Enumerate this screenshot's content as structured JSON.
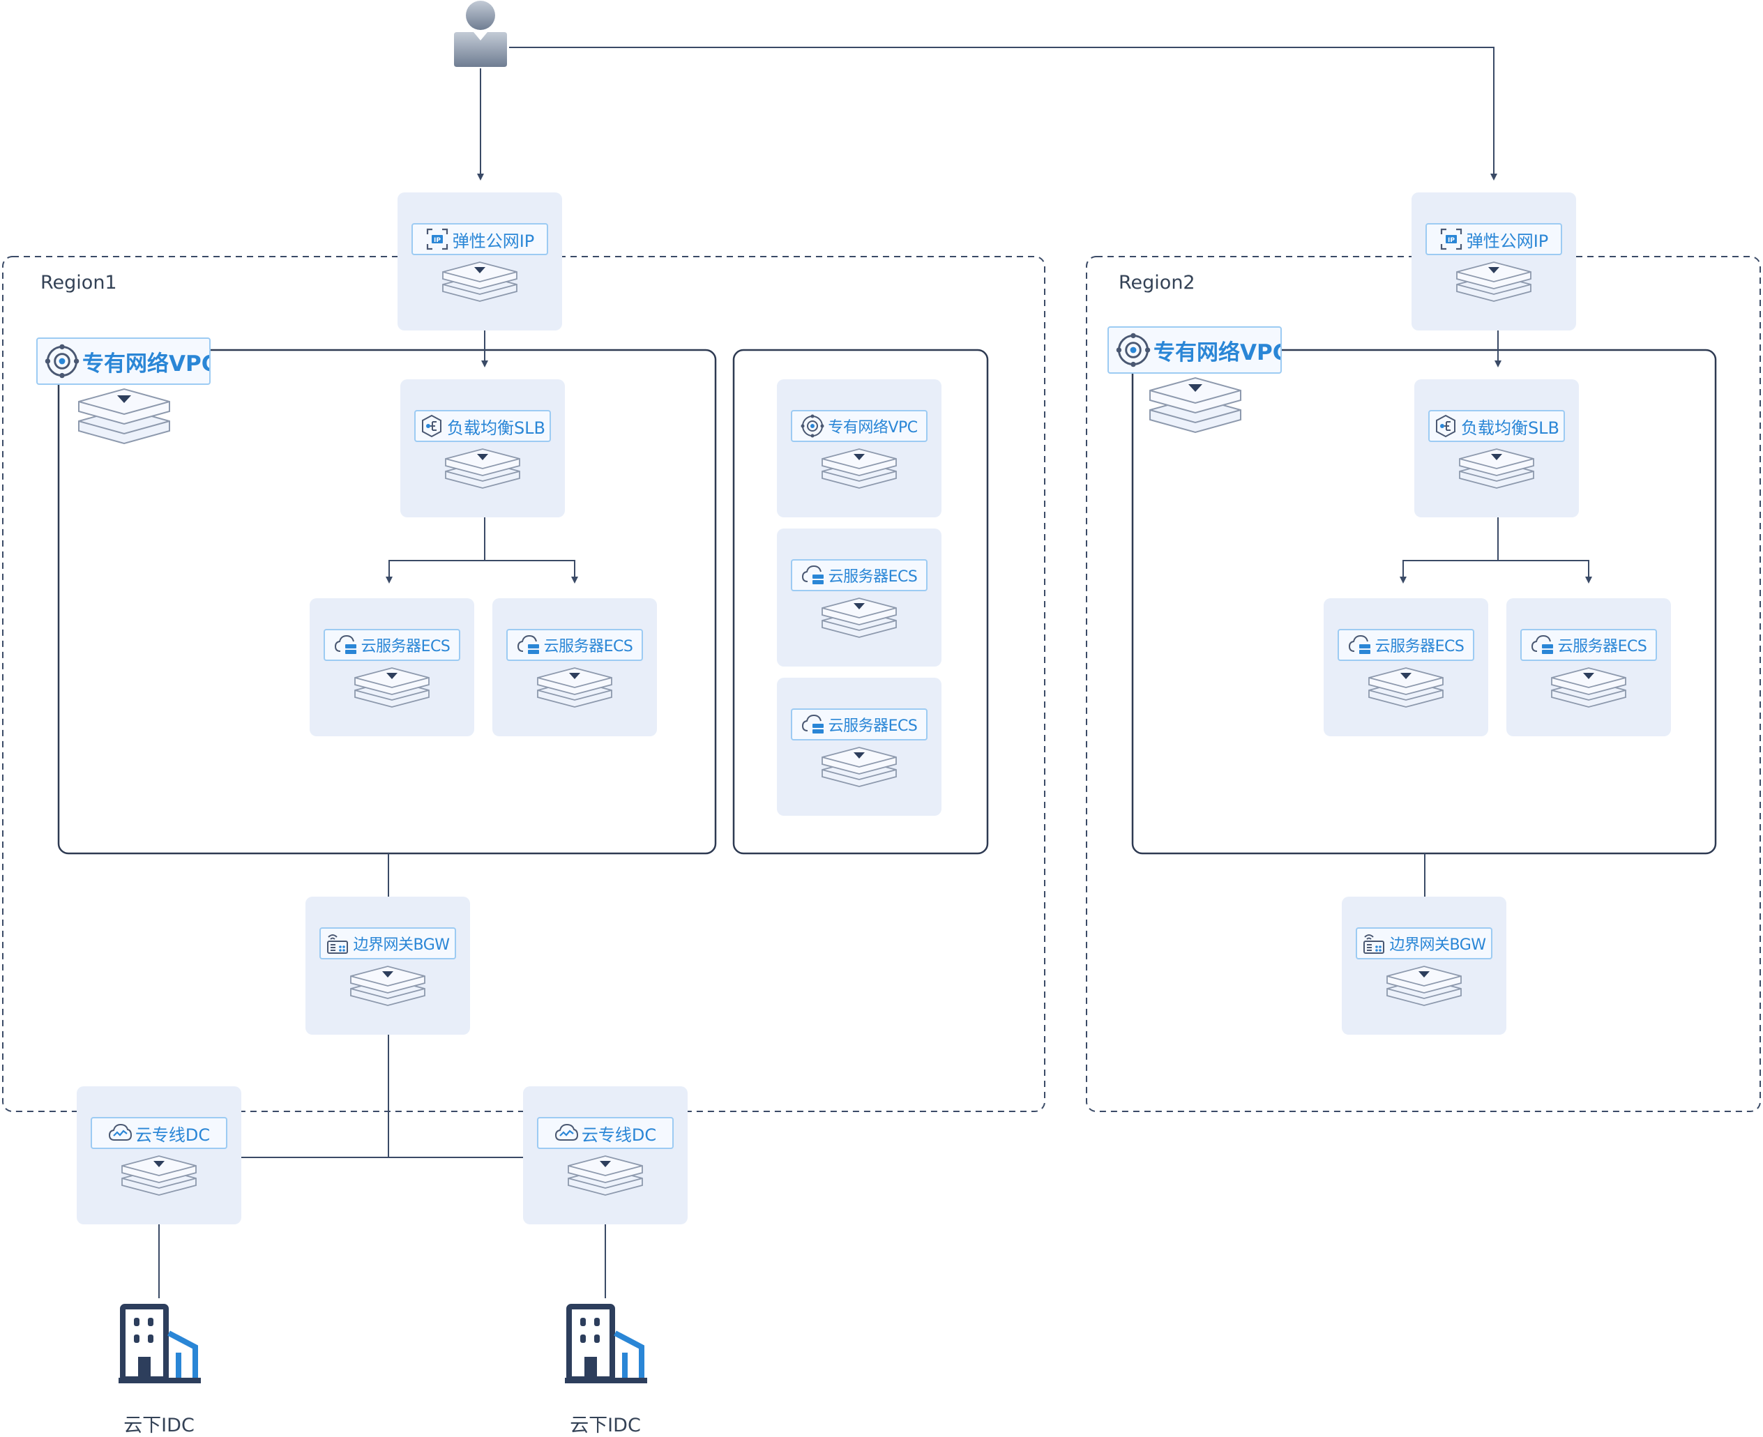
{
  "regions": [
    {
      "label": "Region1"
    },
    {
      "label": "Region2"
    }
  ],
  "services": {
    "eip": "弹性公网IP",
    "vpc": "专有网络VPC",
    "slb": "负载均衡SLB",
    "ecs": "云服务器ECS",
    "bgw": "边界网关BGW",
    "dc": "云专线DC"
  },
  "idc_label": "云下IDC",
  "icons": [
    "user-icon",
    "eip-icon",
    "vpc-icon",
    "slb-icon",
    "ecs-icon",
    "bgw-icon",
    "dc-icon",
    "building-icon",
    "layer-stack-icon"
  ],
  "colors": {
    "line": "#3a4a66",
    "card_bg": "#e8eef9",
    "label_border": "#9ccbf3",
    "accent": "#2a86d6",
    "building": "#2d3e5c"
  }
}
